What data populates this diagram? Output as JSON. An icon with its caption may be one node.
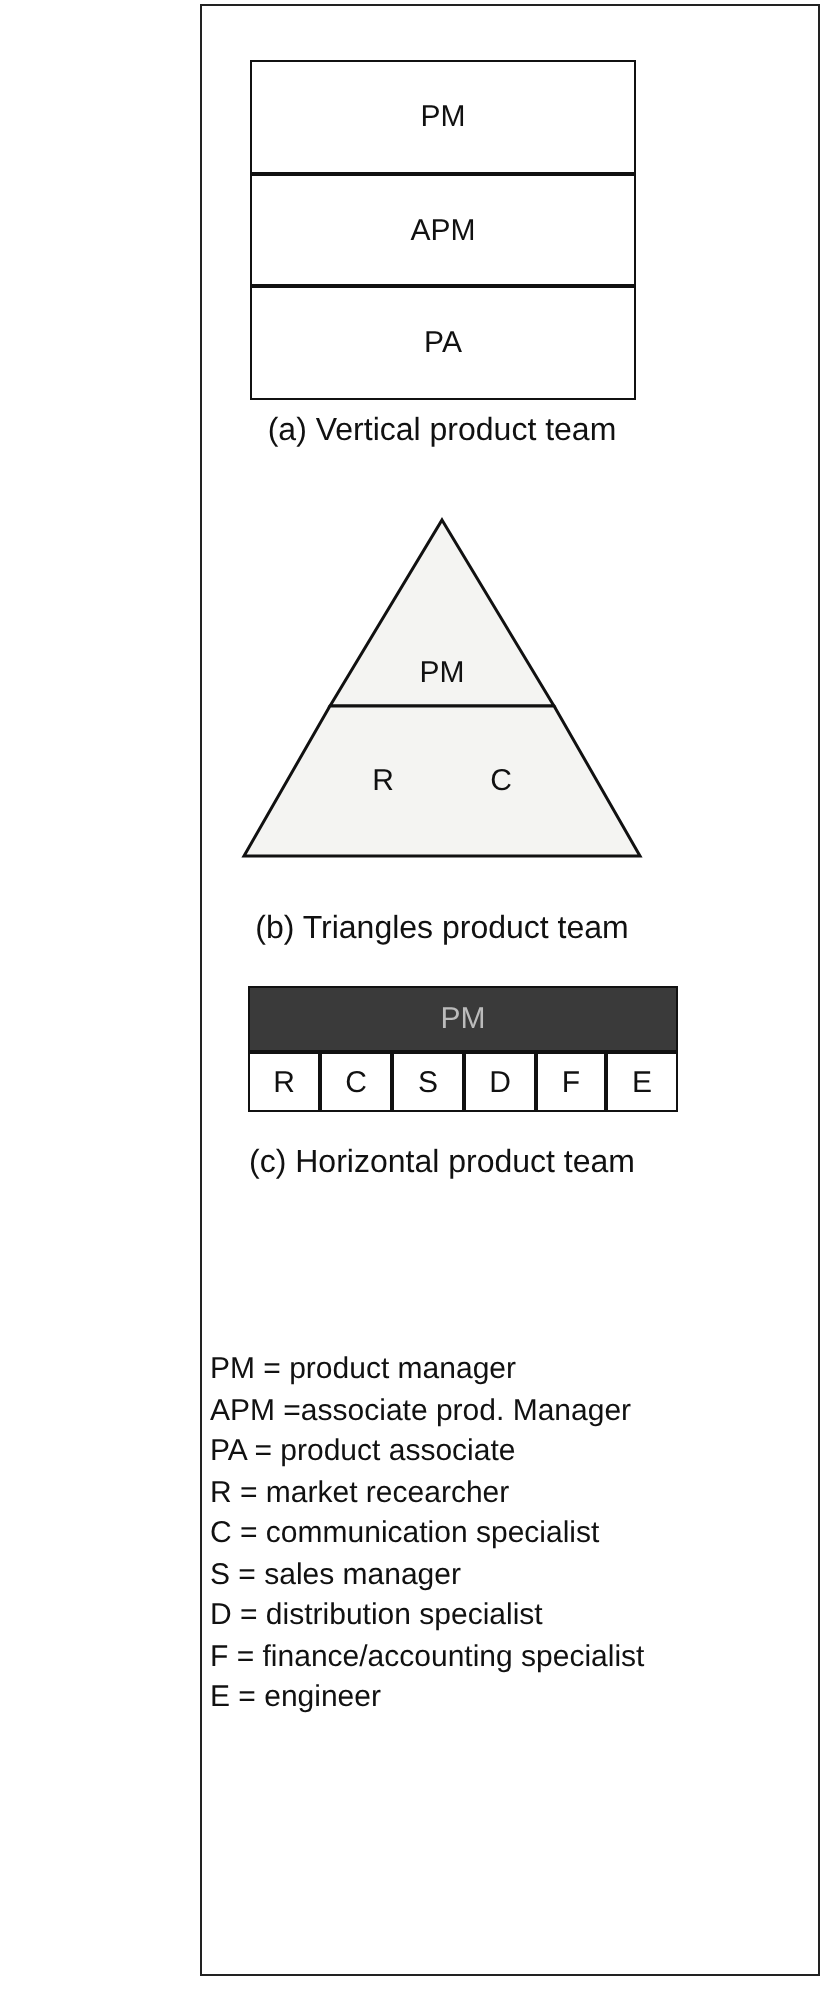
{
  "diagram": {
    "nodes": [
      {
        "text": [
          "PM"
        ]
      },
      {
        "text": [
          "APM"
        ]
      },
      {
        "text": [
          "PA"
        ]
      },
      {
        "text": [
          "PM"
        ]
      },
      {
        "text": [
          "R",
          "C"
        ]
      },
      {
        "text": [
          "PM"
        ]
      },
      {
        "text": [
          "R"
        ]
      },
      {
        "text": [
          "C"
        ]
      },
      {
        "text": [
          "S"
        ]
      },
      {
        "text": [
          "D"
        ]
      },
      {
        "text": [
          "F"
        ]
      },
      {
        "text": [
          "E"
        ]
      }
    ],
    "edges": [],
    "labels": [
      "(a) Vertical product team",
      "(b) Triangles product team",
      "(c) Horizontal product team",
      "PM = product manager",
      "APM =associate prod. Manager",
      "PA = product associate",
      "R = market recearcher",
      "C = communication specialist",
      "S = sales manager",
      "D = distribution specialist",
      "F = finance/accounting specialist",
      "E = engineer"
    ]
  }
}
